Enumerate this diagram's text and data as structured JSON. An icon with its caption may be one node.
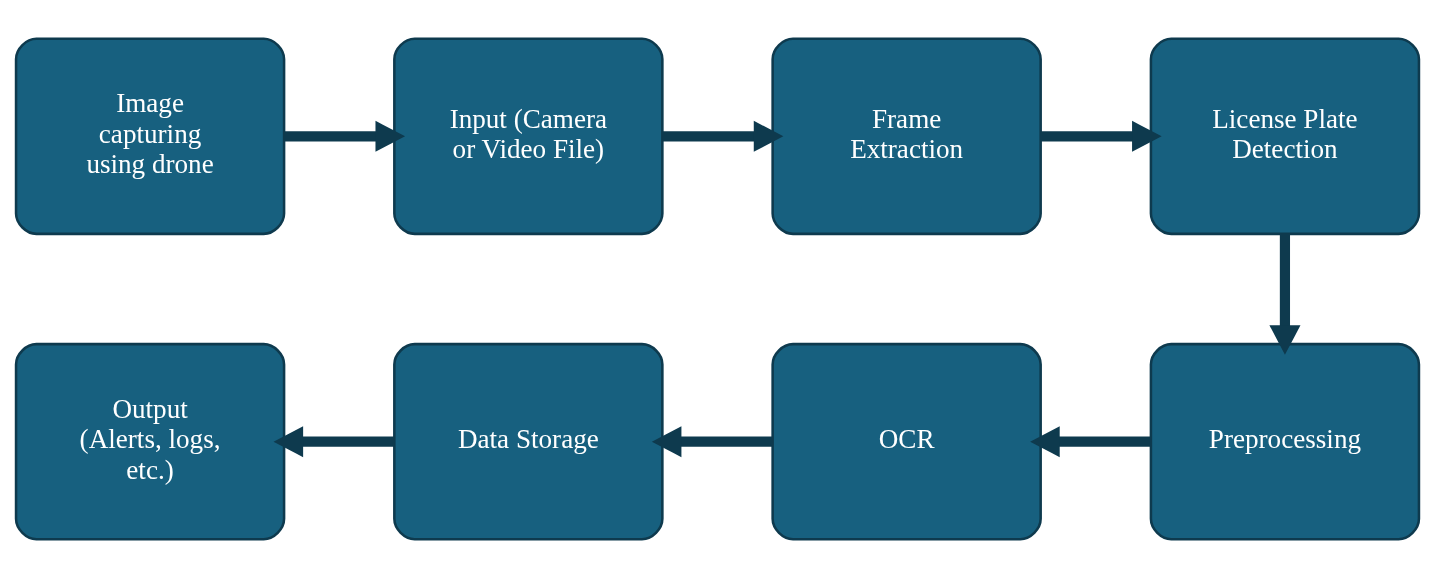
{
  "diagram": {
    "nodes": [
      {
        "text": [
          "Image capturing using drone"
        ]
      },
      {
        "text": [
          "Input (Camera or Video File)"
        ]
      },
      {
        "text": [
          "Frame Extraction"
        ]
      },
      {
        "text": [
          "License Plate Detection"
        ]
      },
      {
        "text": [
          "Preprocessing"
        ]
      },
      {
        "text": [
          "OCR"
        ]
      },
      {
        "text": [
          "Data Storage"
        ]
      },
      {
        "text": [
          "Output (Alerts, logs, etc.)"
        ]
      }
    ],
    "edges": [
      {
        "from": 0,
        "to": 1,
        "arrow": "to"
      },
      {
        "from": 1,
        "to": 2,
        "arrow": "to"
      },
      {
        "from": 2,
        "to": 3,
        "arrow": "to"
      },
      {
        "from": 3,
        "to": 4,
        "arrow": "to"
      },
      {
        "from": 4,
        "to": 5,
        "arrow": "to"
      },
      {
        "from": 5,
        "to": 6,
        "arrow": "to"
      },
      {
        "from": 6,
        "to": 7,
        "arrow": "to"
      }
    ]
  }
}
